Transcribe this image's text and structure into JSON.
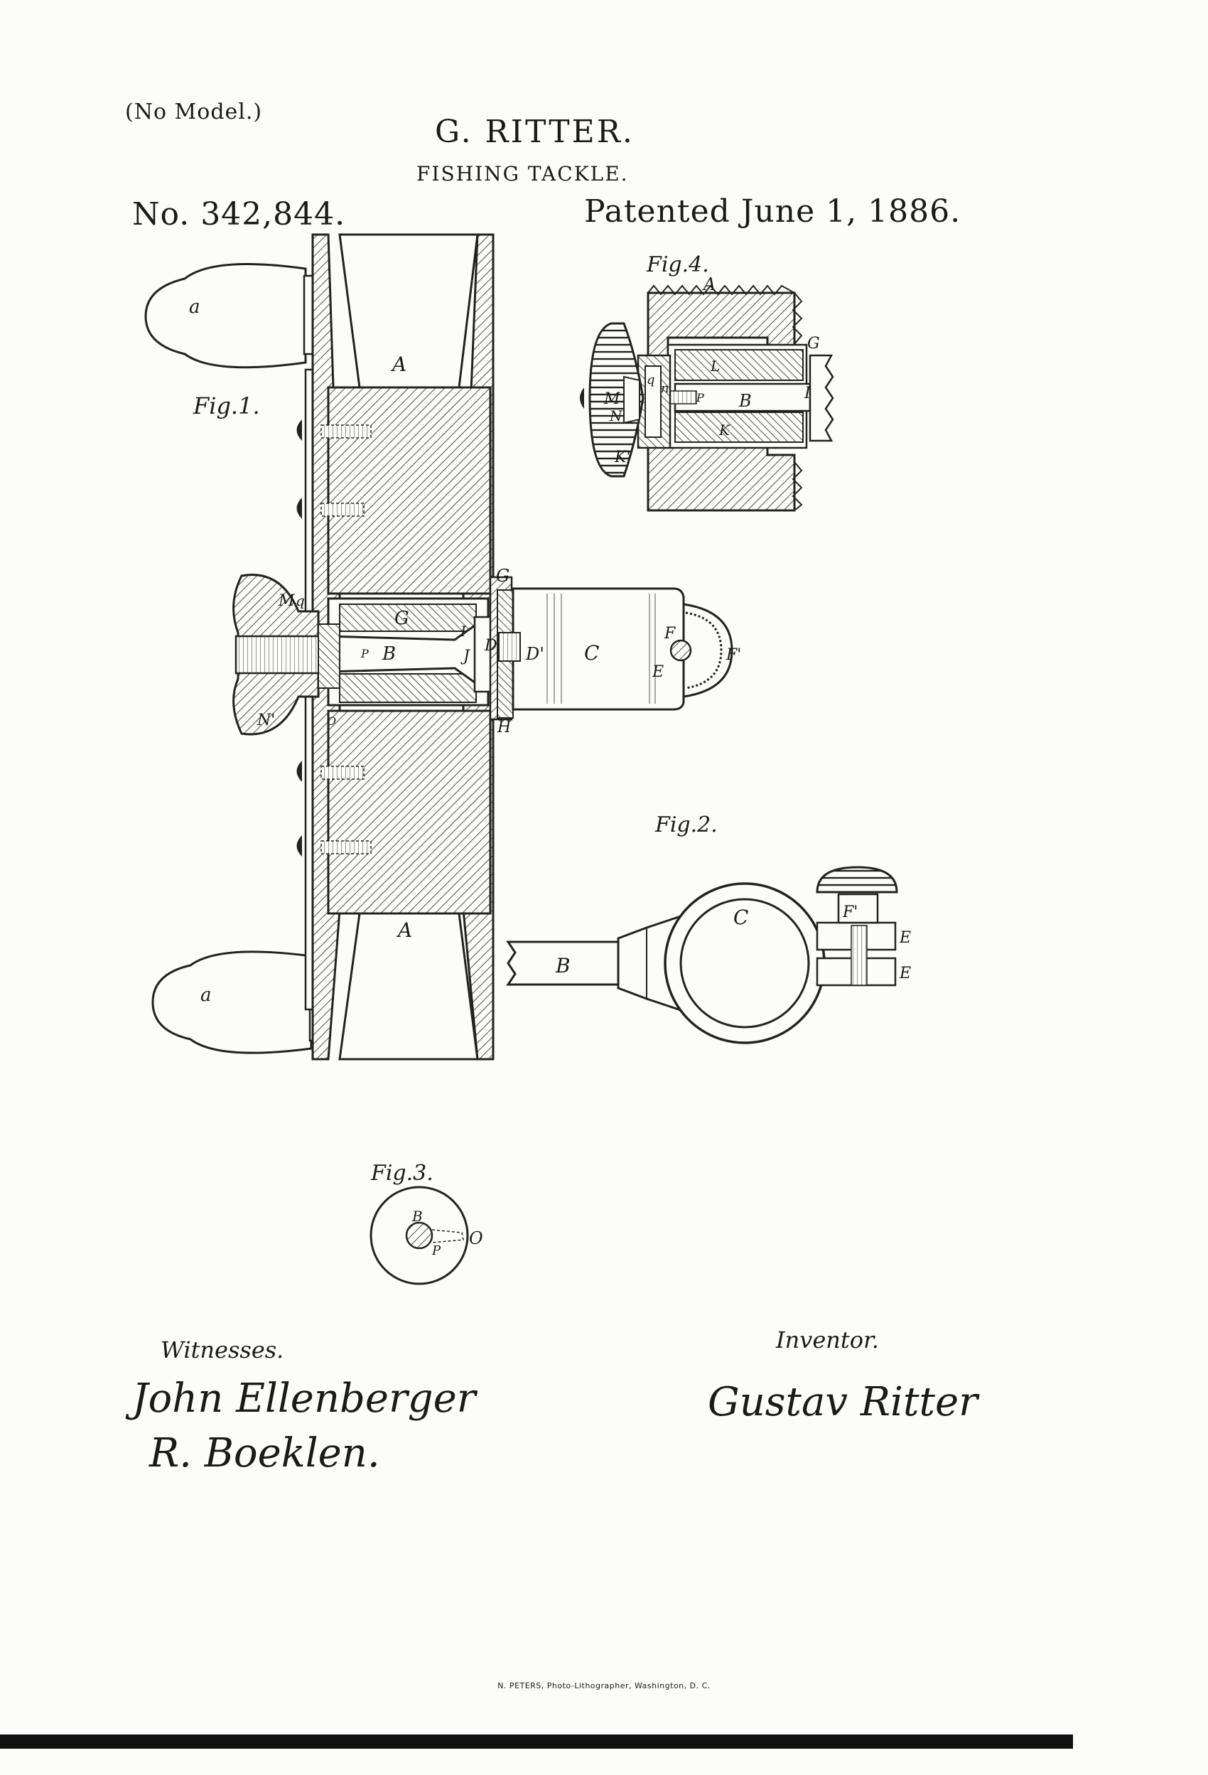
{
  "header": {
    "no_model": "(No Model.)",
    "inventor": "G. RITTER.",
    "title": "FISHING TACKLE.",
    "number": "No. 342,844.",
    "date": "Patented June 1, 1886."
  },
  "figures": {
    "fig1": "Fig.1.",
    "fig2": "Fig.2.",
    "fig3": "Fig.3.",
    "fig4": "Fig.4."
  },
  "labels": {
    "a": "a",
    "A": "A",
    "B": "B",
    "C": "C",
    "D": "D",
    "D1": "D'",
    "E": "E",
    "F": "F",
    "F1": "F'",
    "G": "G",
    "H": "H",
    "I": "I",
    "J": "J",
    "K": "K",
    "K1": "K'",
    "L": "L",
    "M": "M",
    "N": "N",
    "N1": "N'",
    "O": "O",
    "P": "P",
    "q": "q",
    "n": "n"
  },
  "footer": {
    "witnesses_label": "Witnesses.",
    "inventor_label": "Inventor.",
    "witness_1": "John Ellenberger",
    "witness_2": "R. Boeklen.",
    "inventor_signature": "Gustav Ritter",
    "imprint": "N. PETERS, Photo-Lithographer, Washington, D. C."
  }
}
